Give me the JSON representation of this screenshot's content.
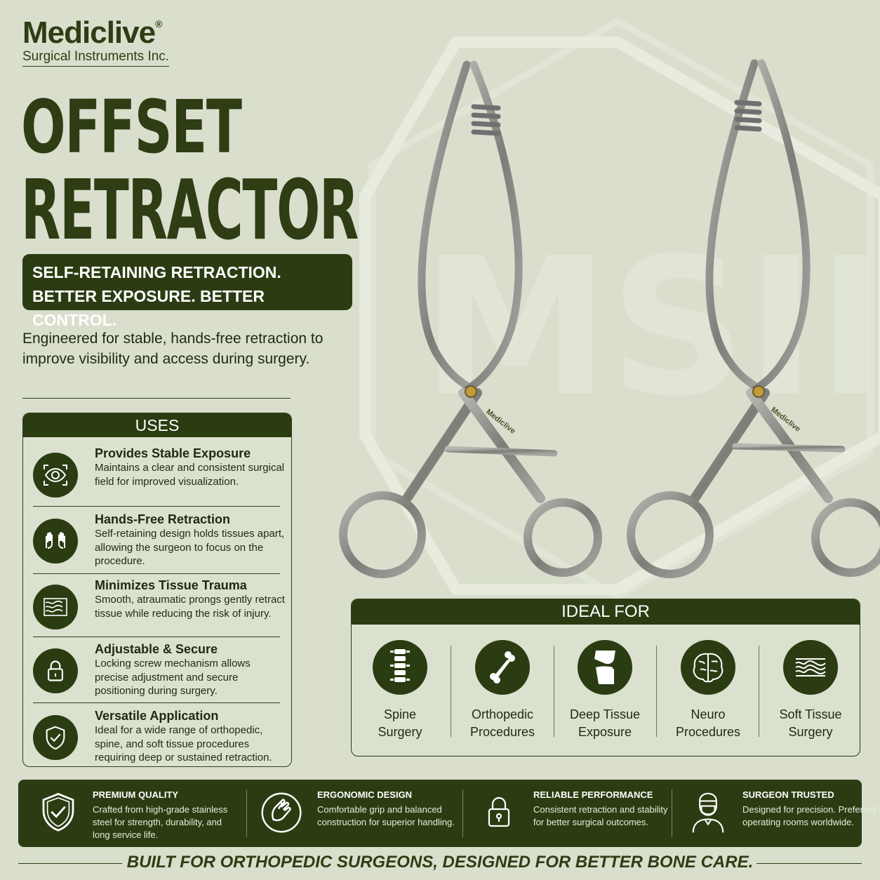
{
  "brand": {
    "name": "Mediclive",
    "registered": "®",
    "subtitle": "Surgical Instruments Inc."
  },
  "watermark_text": "MSII",
  "title": {
    "line1": "OFFSET",
    "line2": "RETRACTOR"
  },
  "tagline": {
    "line1": "SELF-RETAINING RETRACTION.",
    "line2": "BETTER EXPOSURE. BETTER CONTROL."
  },
  "intro": "Engineered for stable, hands-free retraction to improve visibility and access during surgery.",
  "uses": {
    "header": "USES",
    "items": [
      {
        "icon": "eye-icon",
        "title": "Provides Stable Exposure",
        "desc": "Maintains a clear and consistent surgical field for improved visualization."
      },
      {
        "icon": "hands-icon",
        "title": "Hands-Free Retraction",
        "desc": "Self-retaining design holds tissues apart, allowing the surgeon to focus on the procedure."
      },
      {
        "icon": "tissue-icon",
        "title": "Minimizes Tissue Trauma",
        "desc": "Smooth, atraumatic prongs gently retract tissue while reducing the risk of injury."
      },
      {
        "icon": "lock-icon",
        "title": "Adjustable & Secure",
        "desc": "Locking screw mechanism allows precise adjustment and secure positioning during surgery."
      },
      {
        "icon": "shield-check-icon",
        "title": "Versatile Application",
        "desc": "Ideal for a wide range of orthopedic, spine, and soft tissue procedures requiring deep or sustained retraction."
      }
    ]
  },
  "ideal_for": {
    "header": "IDEAL FOR",
    "items": [
      {
        "icon": "spine-icon",
        "line1": "Spine",
        "line2": "Surgery"
      },
      {
        "icon": "bone-icon",
        "line1": "Orthopedic",
        "line2": "Procedures"
      },
      {
        "icon": "knee-joint-icon",
        "line1": "Deep Tissue",
        "line2": "Exposure"
      },
      {
        "icon": "brain-icon",
        "line1": "Neuro",
        "line2": "Procedures"
      },
      {
        "icon": "soft-tissue-icon",
        "line1": "Soft Tissue",
        "line2": "Surgery"
      }
    ]
  },
  "features": [
    {
      "icon": "shield-check-icon",
      "title": "PREMIUM QUALITY",
      "desc": "Crafted from high-grade stainless steel for strength, durability, and long service life."
    },
    {
      "icon": "hand-icon",
      "title": "ERGONOMIC DESIGN",
      "desc": "Comfortable grip and balanced construction for superior handling."
    },
    {
      "icon": "lock-icon",
      "title": "RELIABLE PERFORMANCE",
      "desc": "Consistent retraction and stability for better surgical outcomes."
    },
    {
      "icon": "surgeon-icon",
      "title": "SURGEON TRUSTED",
      "desc": "Designed for precision. Preferred in operating rooms worldwide."
    }
  ],
  "instrument_engraving": "Mediclive",
  "footer": "BUILT FOR ORTHOPEDIC SURGEONS, DESIGNED FOR BETTER BONE CARE.",
  "colors": {
    "background": "#d9dfcc",
    "primary_dark_green": "#2b3c12",
    "steel": "#8a8a86"
  }
}
